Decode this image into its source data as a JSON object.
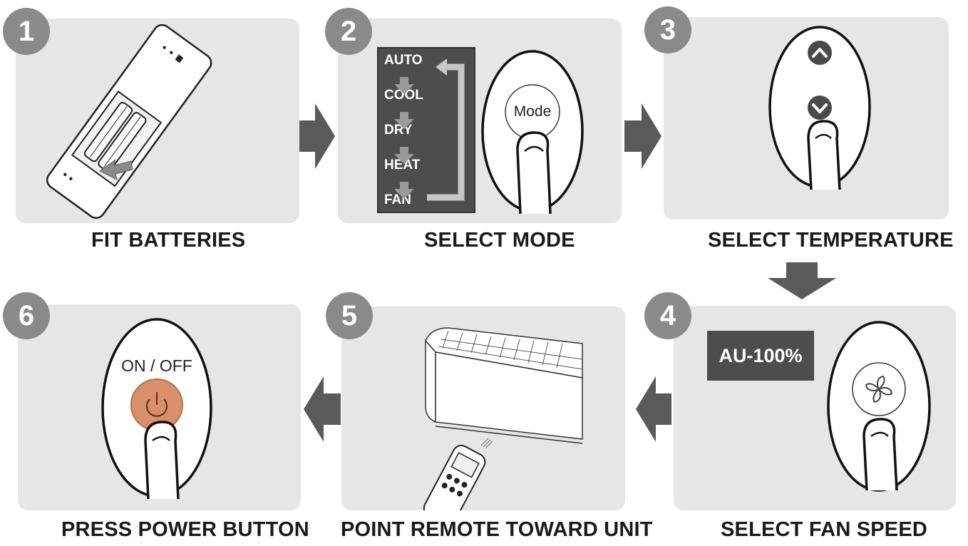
{
  "steps": [
    {
      "number": "1",
      "caption": "FIT BATTERIES"
    },
    {
      "number": "2",
      "caption": "SELECT MODE"
    },
    {
      "number": "3",
      "caption": "SELECT TEMPERATURE"
    },
    {
      "number": "4",
      "caption": "SELECT FAN SPEED"
    },
    {
      "number": "5",
      "caption": "POINT REMOTE TOWARD UNIT"
    },
    {
      "number": "6",
      "caption": "PRESS POWER BUTTON"
    }
  ],
  "mode_step": {
    "modes": [
      "AUTO",
      "COOL",
      "DRY",
      "HEAT",
      "FAN"
    ],
    "button_label": "Mode"
  },
  "fan_step": {
    "display_value": "AU-100%"
  },
  "power_step": {
    "button_label": "ON / OFF",
    "button_color": "#d9906a"
  },
  "colors": {
    "panel": "#e6e6e6",
    "badge": "#8a8a8a",
    "arrow": "#5a5a5a",
    "display": "#4d4d4d"
  }
}
